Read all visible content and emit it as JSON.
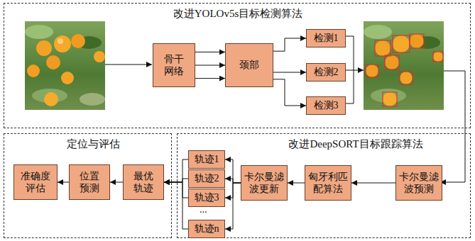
{
  "diagram": {
    "nodes": [
      {
        "text": [
          "改进YOLOv5s目标检测算法"
        ]
      },
      {
        "text": [
          "骨干 网络"
        ],
        "in": 0
      },
      {
        "text": [
          "颈部"
        ],
        "in": 0
      },
      {
        "text": [
          "检测1"
        ],
        "in": 0
      },
      {
        "text": [
          "检测2"
        ],
        "in": 0
      },
      {
        "text": [
          "检测3"
        ],
        "in": 0
      },
      {
        "text": [
          "定位与评估"
        ]
      },
      {
        "text": [
          "准确度 评估"
        ],
        "in": 6
      },
      {
        "text": [
          "位置 预测"
        ],
        "in": 6
      },
      {
        "text": [
          "最优 轨迹"
        ],
        "in": 6
      },
      {
        "text": [
          "改进DeepSORT目标跟踪算法"
        ]
      },
      {
        "text": [
          "轨迹1"
        ],
        "in": 10
      },
      {
        "text": [
          "轨迹2"
        ],
        "in": 10
      },
      {
        "text": [
          "轨迹3"
        ],
        "in": 10
      },
      {
        "text": [
          "轨迹n"
        ],
        "in": 10
      },
      {
        "text": [
          "卡尔曼滤 波更新"
        ],
        "in": 10
      },
      {
        "text": [
          "匈牙利匹 配算法"
        ],
        "in": 10
      },
      {
        "text": [
          "卡尔曼滤 波预测"
        ],
        "in": 10
      }
    ],
    "edges": [
      {
        "from": 1,
        "to": 2,
        "arrow": "to"
      },
      {
        "from": 1,
        "to": 2,
        "arrow": "to"
      },
      {
        "from": 1,
        "to": 2,
        "arrow": "to"
      },
      {
        "from": 2,
        "to": 3,
        "arrow": "to"
      },
      {
        "from": 2,
        "to": 4,
        "arrow": "to"
      },
      {
        "from": 2,
        "to": 5,
        "arrow": "to"
      },
      {
        "from": 17,
        "to": 16,
        "arrow": "to"
      },
      {
        "from": 16,
        "to": 15,
        "arrow": "to"
      },
      {
        "from": 15,
        "to": 11,
        "arrow": "to"
      },
      {
        "from": 15,
        "to": 12,
        "arrow": "to"
      },
      {
        "from": 15,
        "to": 13,
        "arrow": "to"
      },
      {
        "from": 15,
        "to": 14,
        "arrow": "to"
      },
      {
        "from": 11,
        "to": 9,
        "arrow": "to"
      },
      {
        "from": 12,
        "to": 9,
        "arrow": "to"
      },
      {
        "from": 13,
        "to": 9,
        "arrow": "to"
      },
      {
        "from": 14,
        "to": 9,
        "arrow": "to"
      },
      {
        "from": 9,
        "to": 8,
        "arrow": "to"
      },
      {
        "from": 8,
        "to": 7,
        "arrow": "to"
      }
    ],
    "labels": [
      "..."
    ]
  }
}
